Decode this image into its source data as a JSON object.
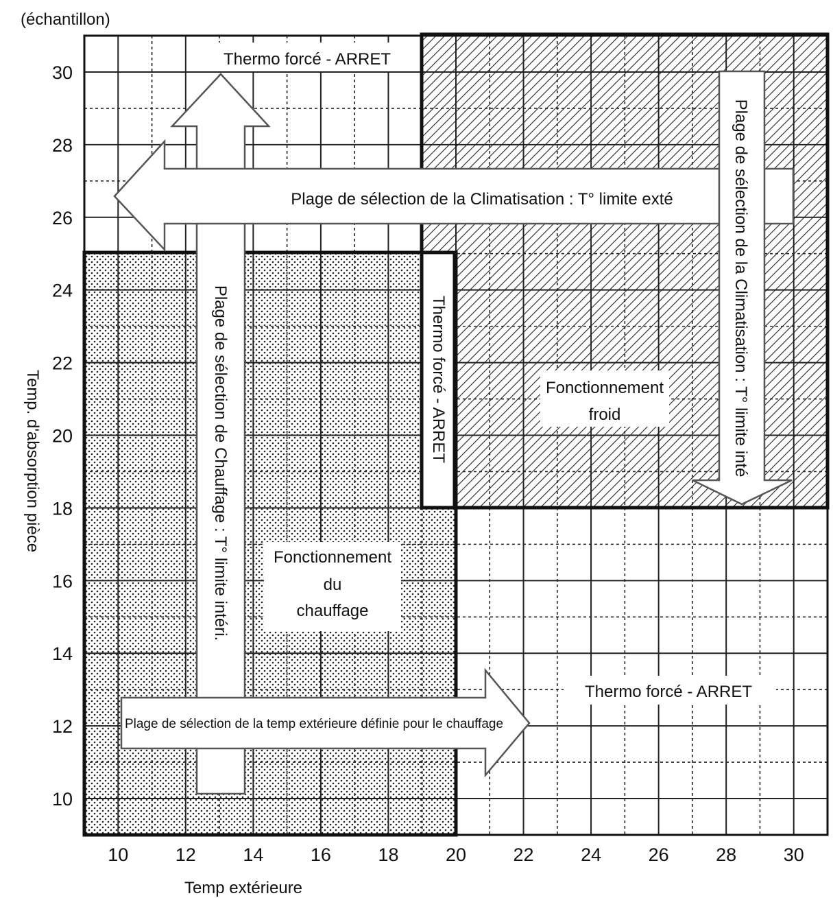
{
  "axes": {
    "y_unit": "(échantillon)",
    "y_title": "Temp. d'absorption pièce",
    "x_title": "Temp extérieure",
    "x_ticks": [
      "10",
      "12",
      "14",
      "16",
      "18",
      "20",
      "22",
      "24",
      "26",
      "28",
      "30"
    ],
    "y_ticks": [
      "10",
      "12",
      "14",
      "16",
      "18",
      "20",
      "22",
      "24",
      "26",
      "28",
      "30"
    ]
  },
  "zones": {
    "heating": {
      "line1": "Fonctionnement",
      "line2": "du",
      "line3": "chauffage"
    },
    "cooling": {
      "line1": "Fonctionnement",
      "line2": "froid"
    },
    "thermo_top": "Thermo forcé - ARRET",
    "thermo_middle": "Thermo forcé - ARRET",
    "thermo_bottom": "Thermo forcé - ARRET"
  },
  "arrows": {
    "cooling_outdoor": "Plage de sélection de la Climatisation : T° limite exté",
    "cooling_indoor": "Plage de sélection de la Climatisation : T° limite inté",
    "heating_indoor": "Plage de sélection de Chauffage : T° limite intéri.",
    "heating_outdoor": "Plage de sélection de la temp extérieure définie pour le chauffage"
  },
  "colors": {
    "line": "#111111",
    "background": "#ffffff"
  }
}
